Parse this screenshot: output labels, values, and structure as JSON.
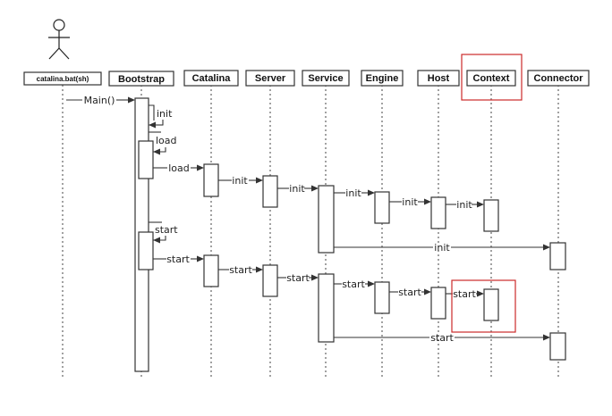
{
  "participants": [
    {
      "id": "sh",
      "label": "catalina.bat(sh)"
    },
    {
      "id": "bootstrap",
      "label": "Bootstrap"
    },
    {
      "id": "catalina",
      "label": "Catalina"
    },
    {
      "id": "server",
      "label": "Server"
    },
    {
      "id": "service",
      "label": "Service"
    },
    {
      "id": "engine",
      "label": "Engine"
    },
    {
      "id": "host",
      "label": "Host"
    },
    {
      "id": "context",
      "label": "Context"
    },
    {
      "id": "connector",
      "label": "Connector"
    }
  ],
  "messages": [
    {
      "from": "sh",
      "to": "bootstrap",
      "label": "Main()"
    },
    {
      "from": "bootstrap",
      "to": "bootstrap",
      "label": "init"
    },
    {
      "from": "bootstrap",
      "to": "bootstrap",
      "label": "load"
    },
    {
      "from": "bootstrap",
      "to": "catalina",
      "label": "load"
    },
    {
      "from": "catalina",
      "to": "server",
      "label": "init"
    },
    {
      "from": "server",
      "to": "service",
      "label": "init"
    },
    {
      "from": "service",
      "to": "engine",
      "label": "init"
    },
    {
      "from": "engine",
      "to": "host",
      "label": "init"
    },
    {
      "from": "host",
      "to": "context",
      "label": "init"
    },
    {
      "from": "service",
      "to": "connector",
      "label": "init"
    },
    {
      "from": "bootstrap",
      "to": "bootstrap",
      "label": "start"
    },
    {
      "from": "bootstrap",
      "to": "catalina",
      "label": "start"
    },
    {
      "from": "catalina",
      "to": "server",
      "label": "start"
    },
    {
      "from": "server",
      "to": "service",
      "label": "start"
    },
    {
      "from": "service",
      "to": "engine",
      "label": "start"
    },
    {
      "from": "engine",
      "to": "host",
      "label": "start"
    },
    {
      "from": "host",
      "to": "context",
      "label": "start"
    },
    {
      "from": "service",
      "to": "connector",
      "label": "start"
    }
  ],
  "highlight_color": "#cc2a2a"
}
